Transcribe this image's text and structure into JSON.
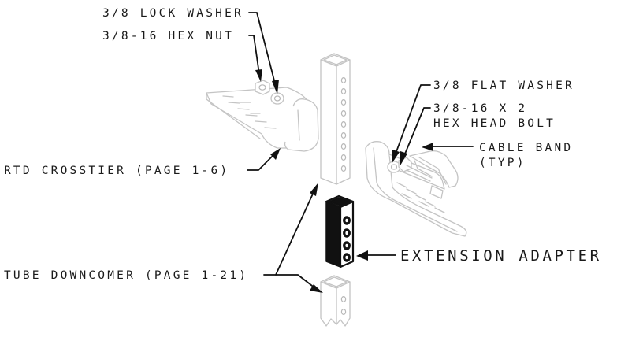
{
  "labels": {
    "lock_washer": "3/8 LOCK WASHER",
    "hex_nut": "3/8-16 HEX NUT",
    "flat_washer": "3/8 FLAT WASHER",
    "bolt_line1": "3/8-16 X 2",
    "bolt_line2": "HEX HEAD BOLT",
    "cable_band_line1": "CABLE BAND",
    "cable_band_line2": "(TYP)",
    "rtd_crosstier": "RTD CROSSTIER (PAGE 1-6)",
    "extension_adapter": "EXTENSION ADAPTER",
    "tube_downcomer": "TUBE DOWNCOMER (PAGE 1-21)"
  },
  "colors": {
    "line": "#111111",
    "ghost": "#c4c4c4",
    "background": "#ffffff"
  }
}
